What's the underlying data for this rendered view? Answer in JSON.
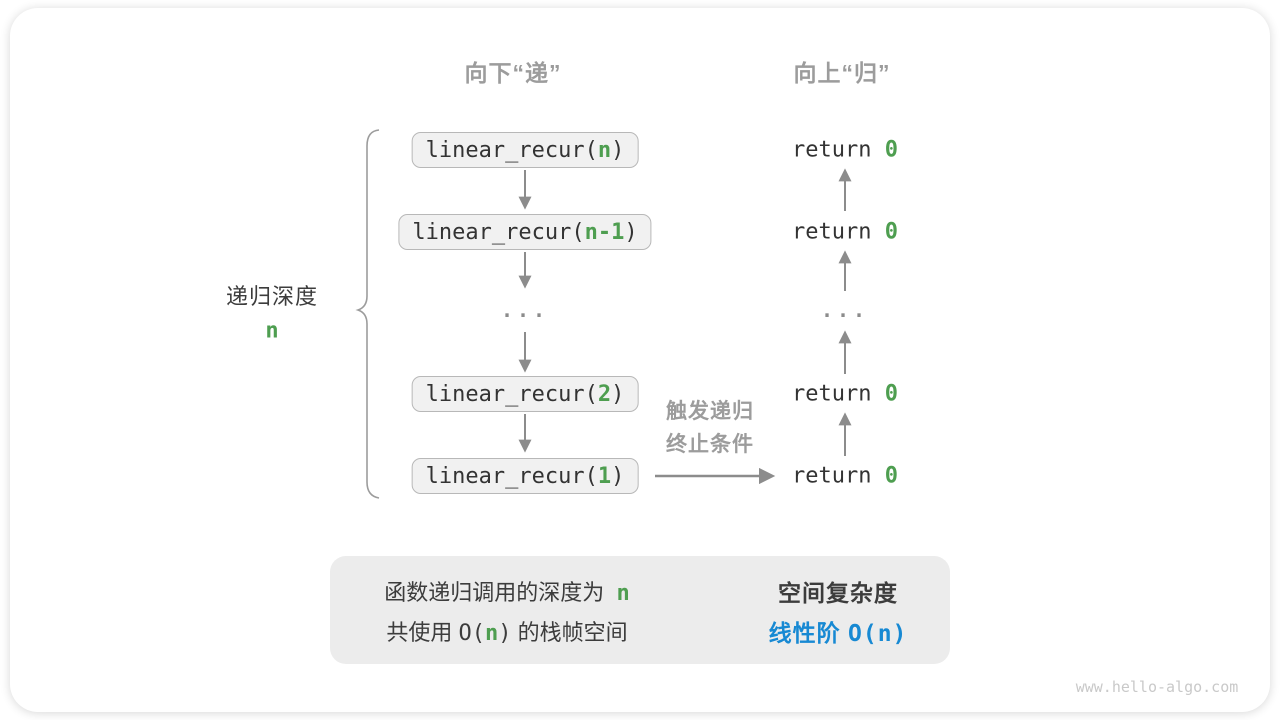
{
  "colors": {
    "green": "#4e9e50",
    "blue": "#1789d3",
    "gray_label": "#9c9c9c",
    "dark_text": "#3c3c3c",
    "arrow_gray": "#8c8c8c"
  },
  "headers": {
    "descend": "向下“递”",
    "ascend": "向上“归”"
  },
  "depth_brace": {
    "label": "递归深度",
    "value": "n"
  },
  "call_stack": {
    "ellipsis": "...",
    "boxes": [
      {
        "prefix": "linear_recur(",
        "arg": "n",
        "suffix": ")"
      },
      {
        "prefix": "linear_recur(",
        "arg": "n-1",
        "suffix": ")"
      },
      {
        "prefix": "linear_recur(",
        "arg": "2",
        "suffix": ")"
      },
      {
        "prefix": "linear_recur(",
        "arg": "1",
        "suffix": ")"
      }
    ]
  },
  "returns": {
    "ellipsis": "...",
    "items": [
      {
        "keyword": "return",
        "value": "0"
      },
      {
        "keyword": "return",
        "value": "0"
      },
      {
        "keyword": "return",
        "value": "0"
      },
      {
        "keyword": "return",
        "value": "0"
      }
    ]
  },
  "base_case": {
    "line1": "触发递归",
    "line2": "终止条件"
  },
  "summary": {
    "depth_text": "函数递归调用的深度为",
    "depth_value": "n",
    "space_prefix": "共使用",
    "space_o": "O(",
    "space_n": "n",
    "space_close": ")",
    "space_suffix": "的栈帧空间",
    "result_title": "空间复杂度",
    "result_label": "线性阶",
    "result_value": "O(n)"
  },
  "watermark": "www.hello-algo.com"
}
